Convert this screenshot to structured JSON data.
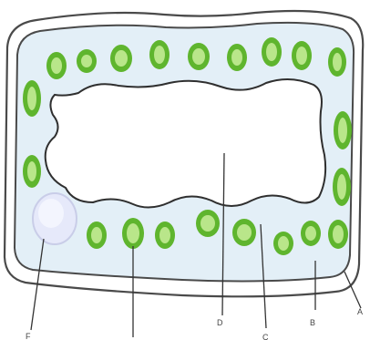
{
  "colors": {
    "cell_wall": "#4a4a4a",
    "cytoplasm": "#e3eff7",
    "vacuole": "#ffffff",
    "chloroplast_outer": "#5fb52e",
    "chloroplast_inner": "#b9e68a",
    "nucleus_fill": "#e6e9fa",
    "nucleus_edge": "#c9cde8",
    "leader": "#333333",
    "label_text": "#444444"
  },
  "labels": {
    "F": "F",
    "E": "",
    "D": "D",
    "C": "C",
    "B": "B",
    "A": "A"
  }
}
